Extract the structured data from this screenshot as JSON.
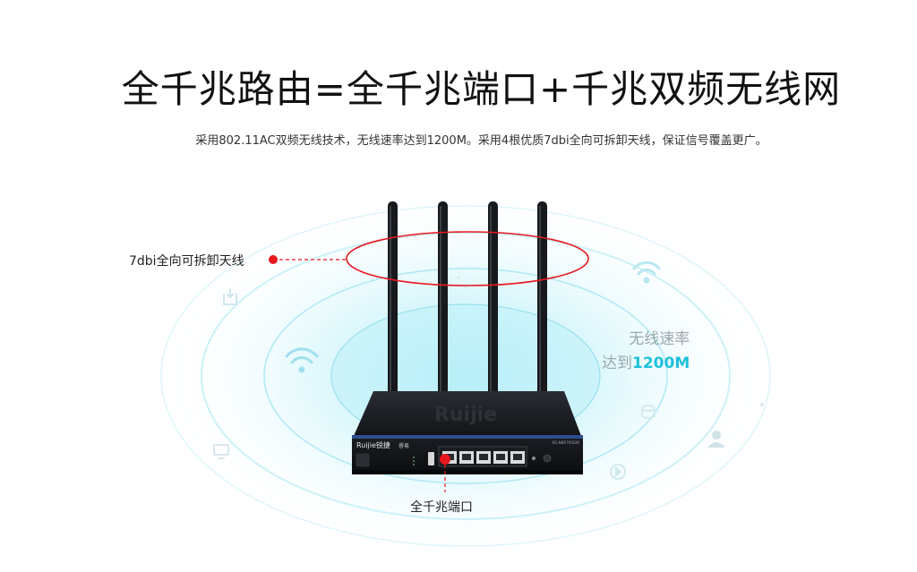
{
  "headline": "全千兆路由=全千兆端口+千兆双频无线网",
  "description": "采用802.11AC双频无线技术，无线速率达到1200M。采用4根优质7dbi全向可拆卸天线，保证信号覆盖更广。",
  "callouts": {
    "antenna": "7dbi全向可拆卸天线",
    "port": "全千兆端口"
  },
  "speed": {
    "line1": "无线速率",
    "line2_prefix": "达到",
    "line2_value": "1200M"
  },
  "router": {
    "brand_logo": "Ruijie锐捷",
    "series": "睿易",
    "top_logo": "Ruijie",
    "model": "RG-NBR700GW"
  },
  "icons": [
    "wifi-icon",
    "download-icon",
    "user-icon",
    "play-icon",
    "database-icon",
    "monitor-icon",
    "dots-icon"
  ],
  "colors": {
    "accent": "#1fc0dc",
    "callout_red": "#e8181e",
    "glow": "#bdf0f8"
  }
}
